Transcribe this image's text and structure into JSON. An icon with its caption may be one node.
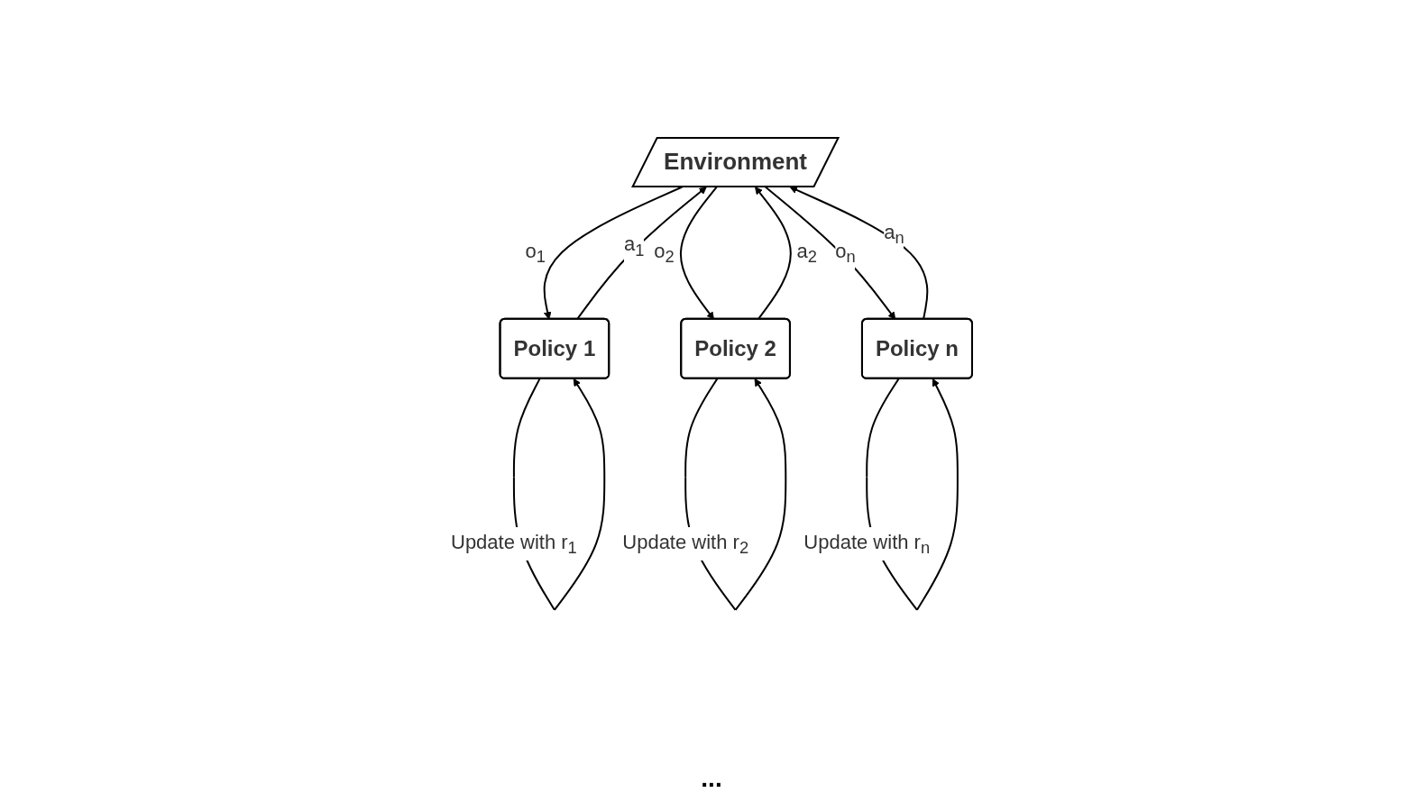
{
  "diagram": {
    "nodes": [
      {
        "text": [
          "Environment"
        ]
      },
      {
        "text": [
          "Policy 1"
        ]
      },
      {
        "text": [
          "Policy 2"
        ]
      },
      {
        "text": [
          "Policy n"
        ]
      }
    ],
    "edges": [
      {
        "from": 1,
        "to": 0,
        "arrow": "to",
        "label": "a$_{1}$"
      },
      {
        "from": 0,
        "to": 1,
        "arrow": "to",
        "label": "o$_{1}$"
      },
      {
        "from": 1,
        "to": 1,
        "arrow": "to",
        "label": "Update with r$_{1}$"
      },
      {
        "from": 2,
        "to": 0,
        "arrow": "to",
        "label": "a$_{2}$"
      },
      {
        "from": 0,
        "to": 2,
        "arrow": "to",
        "label": "o$_{2}$"
      },
      {
        "from": 2,
        "to": 2,
        "arrow": "to",
        "label": "Update with r$_{2}$"
      },
      {
        "from": 3,
        "to": 0,
        "arrow": "to",
        "label": "a$_{n}$"
      },
      {
        "from": 0,
        "to": 3,
        "arrow": "to",
        "label": "o$_{n}$"
      },
      {
        "from": 3,
        "to": 3,
        "arrow": "to",
        "label": "Update with r$_{n}$"
      }
    ],
    "labels": [
      "..."
    ]
  }
}
